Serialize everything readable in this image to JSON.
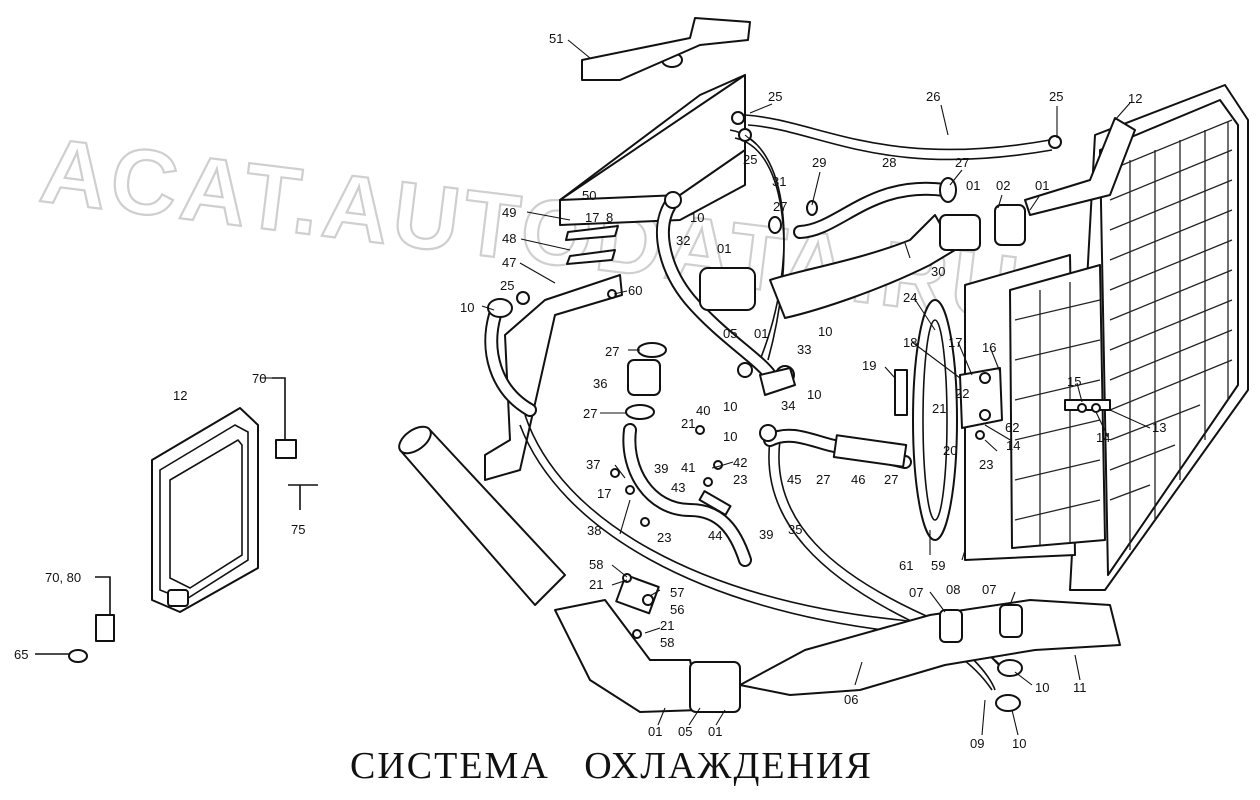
{
  "title": "СИСТЕМА   ОХЛАЖДЕНИЯ",
  "watermark": "ACAT.AUTODATA.RU",
  "callouts": [
    {
      "id": "c-51",
      "text": "51"
    },
    {
      "id": "c-25a",
      "text": "25"
    },
    {
      "id": "c-26",
      "text": "26"
    },
    {
      "id": "c-25b",
      "text": "25"
    },
    {
      "id": "c-12a",
      "text": "12"
    },
    {
      "id": "c-25c",
      "text": "25"
    },
    {
      "id": "c-29",
      "text": "29"
    },
    {
      "id": "c-28",
      "text": "28"
    },
    {
      "id": "c-27a",
      "text": "27"
    },
    {
      "id": "c-31",
      "text": "31"
    },
    {
      "id": "c-01a",
      "text": "01"
    },
    {
      "id": "c-02",
      "text": "02"
    },
    {
      "id": "c-01b",
      "text": "01"
    },
    {
      "id": "c-50",
      "text": "50"
    },
    {
      "id": "c-49",
      "text": "49"
    },
    {
      "id": "c-17a",
      "text": "17"
    },
    {
      "id": "c-8",
      "text": "8"
    },
    {
      "id": "c-10a",
      "text": "10"
    },
    {
      "id": "c-27b",
      "text": "27"
    },
    {
      "id": "c-32",
      "text": "32"
    },
    {
      "id": "c-48",
      "text": "48"
    },
    {
      "id": "c-01c",
      "text": "01"
    },
    {
      "id": "c-47",
      "text": "47"
    },
    {
      "id": "c-30",
      "text": "30"
    },
    {
      "id": "c-25d",
      "text": "25"
    },
    {
      "id": "c-60",
      "text": "60"
    },
    {
      "id": "c-10b",
      "text": "10"
    },
    {
      "id": "c-05a",
      "text": "05"
    },
    {
      "id": "c-01d",
      "text": "01"
    },
    {
      "id": "c-10c",
      "text": "10"
    },
    {
      "id": "c-24",
      "text": "24"
    },
    {
      "id": "c-33",
      "text": "33"
    },
    {
      "id": "c-27c",
      "text": "27"
    },
    {
      "id": "c-18",
      "text": "18"
    },
    {
      "id": "c-17b",
      "text": "17"
    },
    {
      "id": "c-16",
      "text": "16"
    },
    {
      "id": "c-70a",
      "text": "70"
    },
    {
      "id": "c-12b",
      "text": "12"
    },
    {
      "id": "c-36",
      "text": "36"
    },
    {
      "id": "c-19",
      "text": "19"
    },
    {
      "id": "c-10d",
      "text": "10"
    },
    {
      "id": "c-10e",
      "text": "10"
    },
    {
      "id": "c-22",
      "text": "22"
    },
    {
      "id": "c-15",
      "text": "15"
    },
    {
      "id": "c-27d",
      "text": "27"
    },
    {
      "id": "c-40",
      "text": "40"
    },
    {
      "id": "c-34",
      "text": "34"
    },
    {
      "id": "c-21a",
      "text": "21"
    },
    {
      "id": "c-21b",
      "text": "21"
    },
    {
      "id": "c-62",
      "text": "62"
    },
    {
      "id": "c-14a",
      "text": "14"
    },
    {
      "id": "c-14b",
      "text": "14"
    },
    {
      "id": "c-13",
      "text": "13"
    },
    {
      "id": "c-10f",
      "text": "10"
    },
    {
      "id": "c-20",
      "text": "20"
    },
    {
      "id": "c-23a",
      "text": "23"
    },
    {
      "id": "c-37",
      "text": "37"
    },
    {
      "id": "c-41",
      "text": "41"
    },
    {
      "id": "c-42",
      "text": "42"
    },
    {
      "id": "c-39a",
      "text": "39"
    },
    {
      "id": "c-45",
      "text": "45"
    },
    {
      "id": "c-27e",
      "text": "27"
    },
    {
      "id": "c-46",
      "text": "46"
    },
    {
      "id": "c-27f",
      "text": "27"
    },
    {
      "id": "c-17c",
      "text": "17"
    },
    {
      "id": "c-43",
      "text": "43"
    },
    {
      "id": "c-23b",
      "text": "23"
    },
    {
      "id": "c-75",
      "text": "75"
    },
    {
      "id": "c-38",
      "text": "38"
    },
    {
      "id": "c-23c",
      "text": "23"
    },
    {
      "id": "c-44",
      "text": "44"
    },
    {
      "id": "c-39b",
      "text": "39"
    },
    {
      "id": "c-35",
      "text": "35"
    },
    {
      "id": "c-61",
      "text": "61"
    },
    {
      "id": "c-59",
      "text": "59"
    },
    {
      "id": "c-70-80",
      "text": "70, 80"
    },
    {
      "id": "c-58a",
      "text": "58"
    },
    {
      "id": "c-21c",
      "text": "21"
    },
    {
      "id": "c-57",
      "text": "57"
    },
    {
      "id": "c-56",
      "text": "56"
    },
    {
      "id": "c-07a",
      "text": "07"
    },
    {
      "id": "c-08",
      "text": "08"
    },
    {
      "id": "c-07b",
      "text": "07"
    },
    {
      "id": "c-21d",
      "text": "21"
    },
    {
      "id": "c-58b",
      "text": "58"
    },
    {
      "id": "c-65",
      "text": "65"
    },
    {
      "id": "c-10g",
      "text": "10"
    },
    {
      "id": "c-11",
      "text": "11"
    },
    {
      "id": "c-06",
      "text": "06"
    },
    {
      "id": "c-01e",
      "text": "01"
    },
    {
      "id": "c-05b",
      "text": "05"
    },
    {
      "id": "c-01f",
      "text": "01"
    },
    {
      "id": "c-09",
      "text": "09"
    },
    {
      "id": "c-10h",
      "text": "10"
    }
  ]
}
